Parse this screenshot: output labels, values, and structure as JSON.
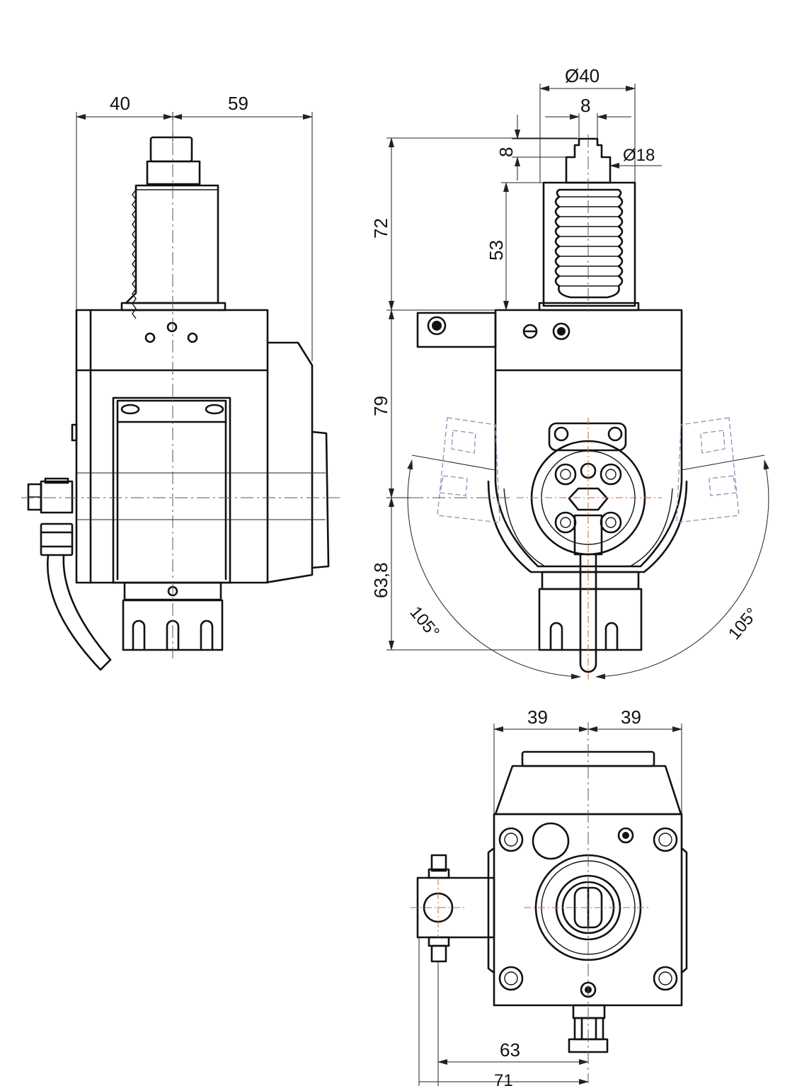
{
  "dimensions": {
    "side_view_left": "40",
    "side_view_right": "59",
    "diameter_outer": "Ø40",
    "shaft_width": "8",
    "key_height": "8",
    "diameter_inner": "Ø18",
    "overall_upper_height": "72",
    "shank_height": "53",
    "body_height": "79",
    "lower_height": "63,8",
    "swivel_angle_left": "105°",
    "swivel_angle_right": "105°",
    "bottom_left_half": "39",
    "bottom_right_half": "39",
    "clamp_offset_1": "63",
    "clamp_offset_2": "71"
  }
}
